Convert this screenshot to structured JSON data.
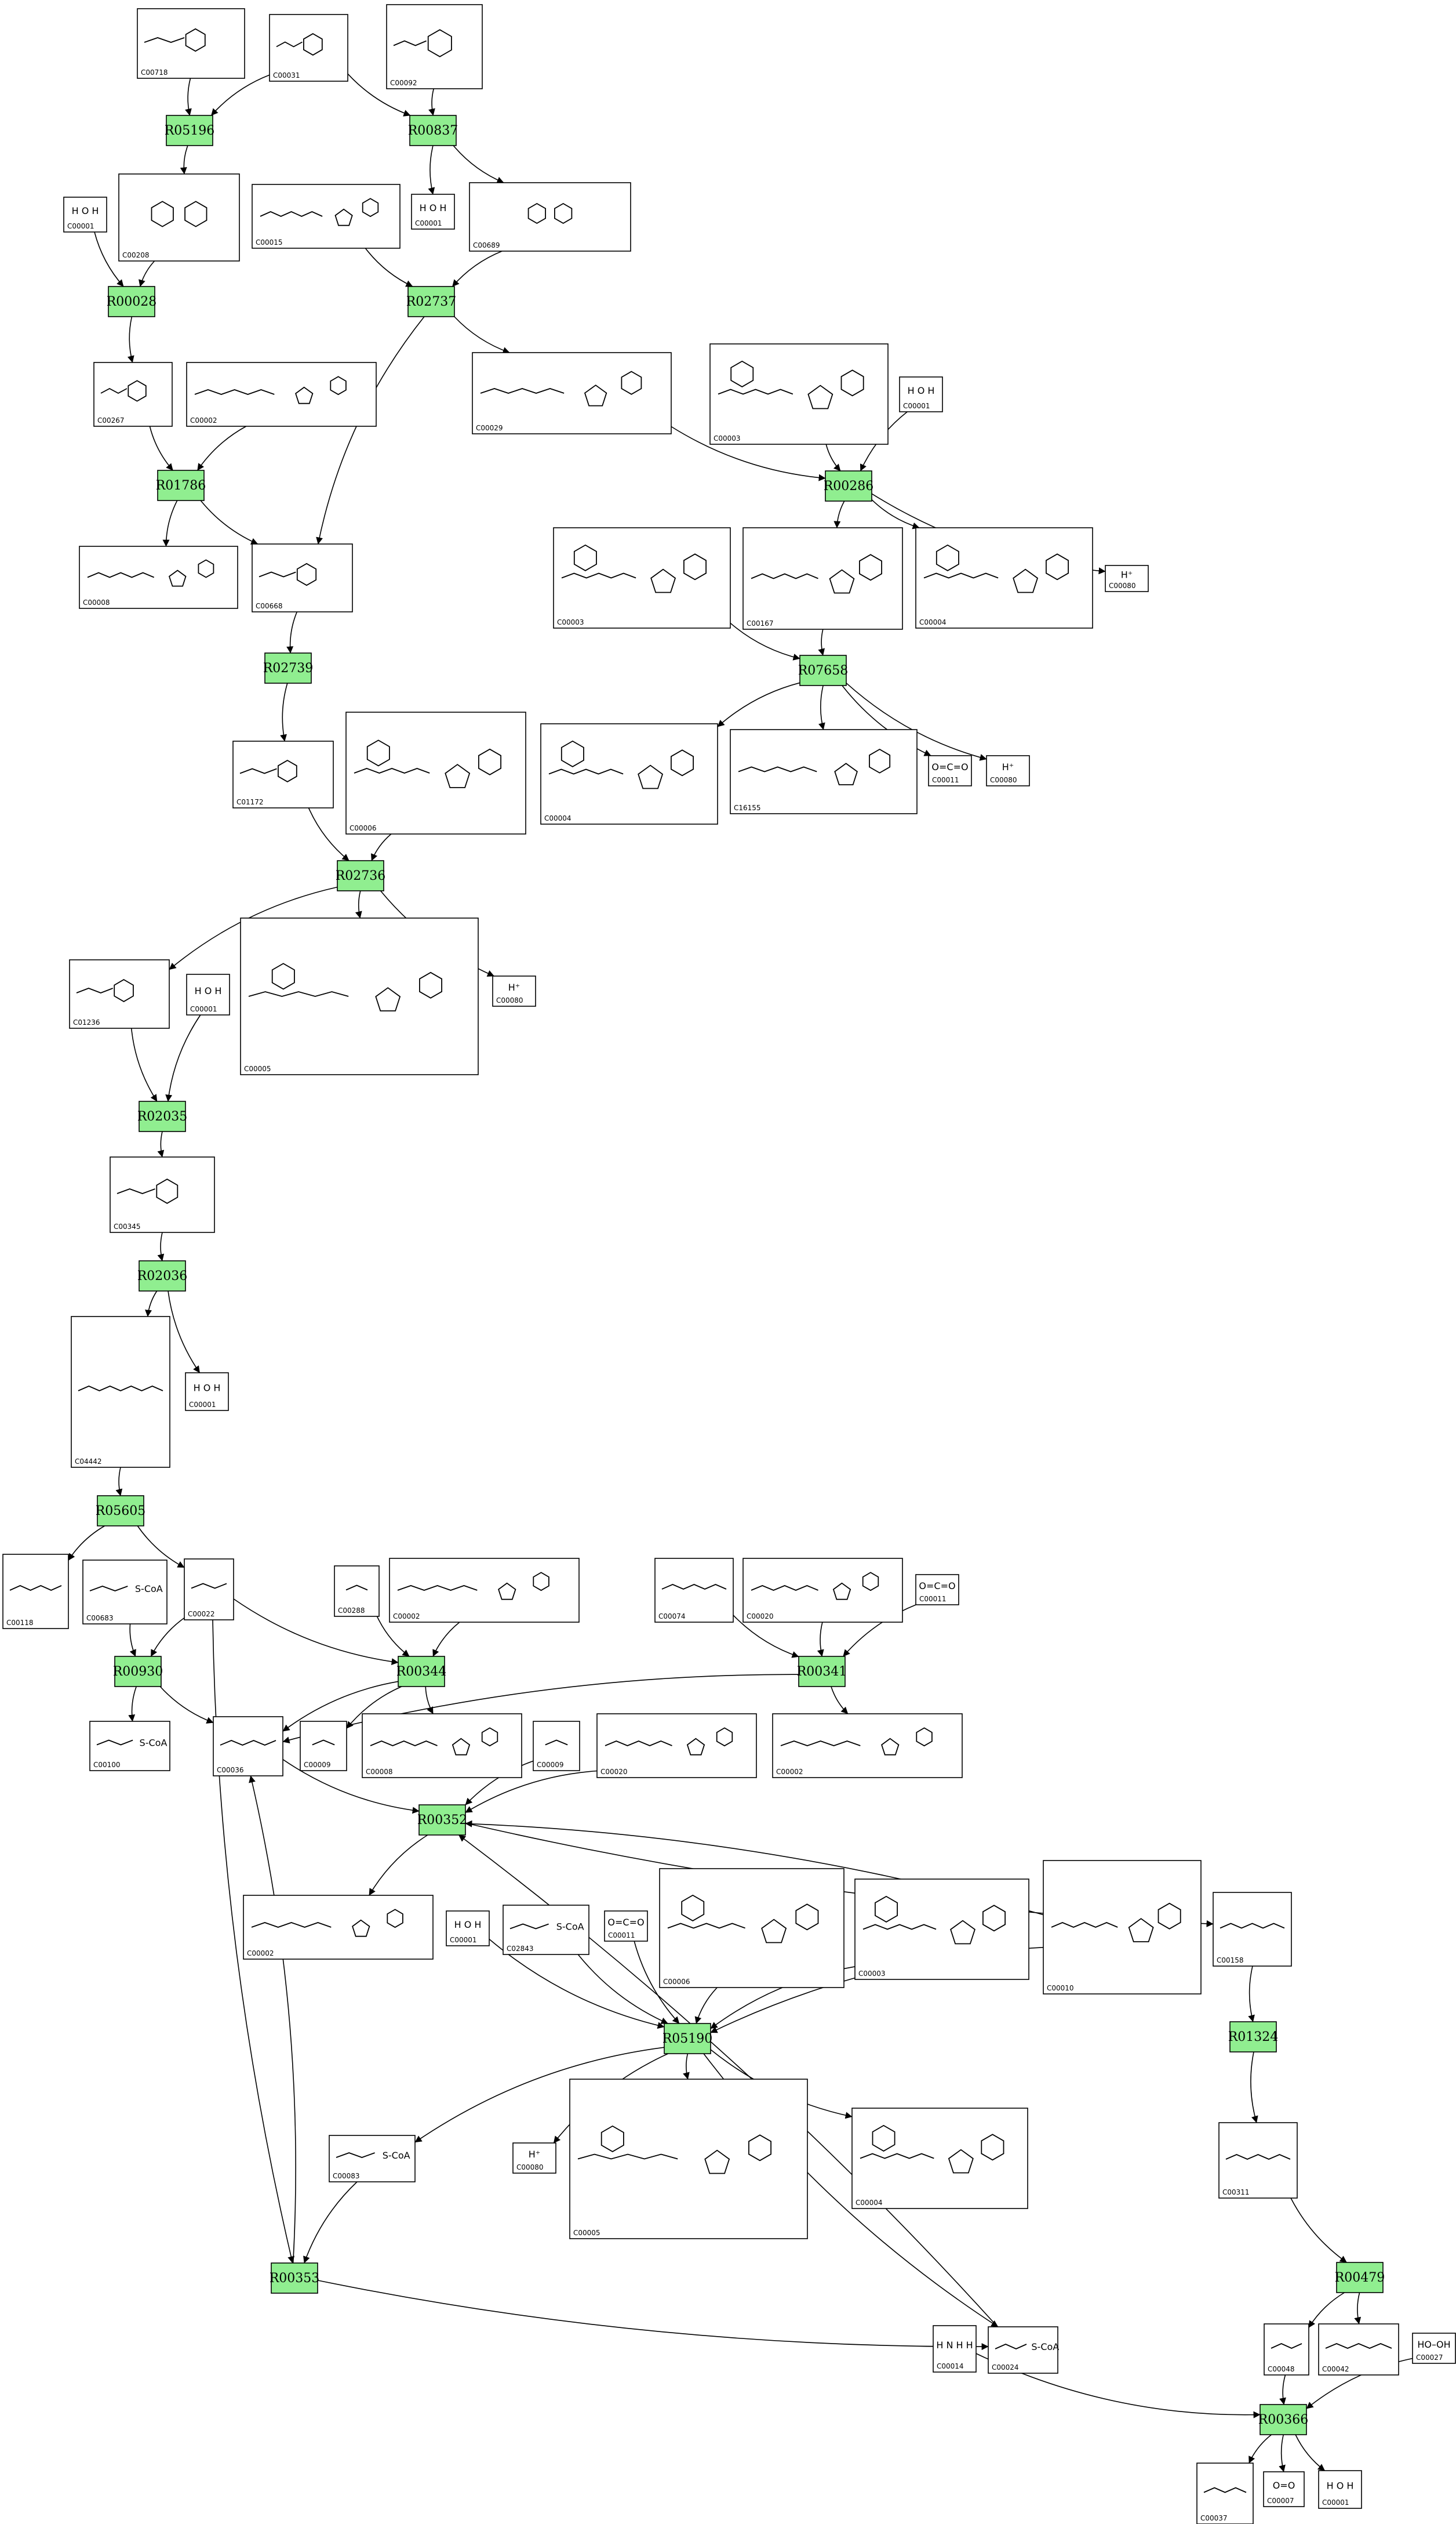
{
  "reactions": [
    {
      "id": "R05196",
      "label": "R05196"
    },
    {
      "id": "R00837",
      "label": "R00837"
    },
    {
      "id": "R00028",
      "label": "R00028"
    },
    {
      "id": "R02737",
      "label": "R02737"
    },
    {
      "id": "R01786",
      "label": "R01786"
    },
    {
      "id": "R00286",
      "label": "R00286"
    },
    {
      "id": "R02739",
      "label": "R02739"
    },
    {
      "id": "R07658",
      "label": "R07658"
    },
    {
      "id": "R02736",
      "label": "R02736"
    },
    {
      "id": "R02035",
      "label": "R02035"
    },
    {
      "id": "R02036",
      "label": "R02036"
    },
    {
      "id": "R05605",
      "label": "R05605"
    },
    {
      "id": "R00930",
      "label": "R00930"
    },
    {
      "id": "R00344",
      "label": "R00344"
    },
    {
      "id": "R00341",
      "label": "R00341"
    },
    {
      "id": "R00352",
      "label": "R00352"
    },
    {
      "id": "R05190",
      "label": "R05190"
    },
    {
      "id": "R01324",
      "label": "R01324"
    },
    {
      "id": "R00353",
      "label": "R00353"
    },
    {
      "id": "R00479",
      "label": "R00479"
    },
    {
      "id": "R00366",
      "label": "R00366"
    }
  ],
  "compounds": [
    {
      "id": "n_c00718",
      "label": "C00718",
      "icon": "sugar-chain"
    },
    {
      "id": "n_c00031",
      "label": "C00031",
      "icon": "sugar"
    },
    {
      "id": "n_c00092",
      "label": "C00092",
      "icon": "sugar-phosphate"
    },
    {
      "id": "n_c00208",
      "label": "C00208",
      "icon": "disaccharide"
    },
    {
      "id": "n_c00001a",
      "label": "C00001",
      "icon": "water",
      "atoms": "H O H"
    },
    {
      "id": "n_c00001b",
      "label": "C00001",
      "icon": "water",
      "atoms": "H O H"
    },
    {
      "id": "n_c00015",
      "label": "C00015",
      "icon": "nucleotide"
    },
    {
      "id": "n_c00689",
      "label": "C00689",
      "icon": "disaccharide-phosphate"
    },
    {
      "id": "n_c00267",
      "label": "C00267",
      "icon": "sugar"
    },
    {
      "id": "n_c00002a",
      "label": "C00002",
      "icon": "nucleotide"
    },
    {
      "id": "n_c00029",
      "label": "C00029",
      "icon": "nucleotide-sugar"
    },
    {
      "id": "n_c00003a",
      "label": "C00003",
      "icon": "dinucleotide"
    },
    {
      "id": "n_c00001c",
      "label": "C00001",
      "icon": "water",
      "atoms": "H O H"
    },
    {
      "id": "n_c00008",
      "label": "C00008",
      "icon": "nucleotide"
    },
    {
      "id": "n_c00668",
      "label": "C00668",
      "icon": "sugar-phosphate"
    },
    {
      "id": "n_c00003b",
      "label": "C00003",
      "icon": "dinucleotide"
    },
    {
      "id": "n_c00167",
      "label": "C00167",
      "icon": "nucleotide-sugar"
    },
    {
      "id": "n_c00004a",
      "label": "C00004",
      "icon": "dinucleotide"
    },
    {
      "id": "n_c00080a",
      "label": "C00080",
      "icon": "proton",
      "atoms": "H⁺"
    },
    {
      "id": "n_c01172",
      "label": "C01172",
      "icon": "sugar-phosphate"
    },
    {
      "id": "n_c00006a",
      "label": "C00006",
      "icon": "dinucleotide"
    },
    {
      "id": "n_c00004b",
      "label": "C00004",
      "icon": "dinucleotide"
    },
    {
      "id": "n_c16155",
      "label": "C16155",
      "icon": "nucleotide-sugar"
    },
    {
      "id": "n_c00011a",
      "label": "C00011",
      "icon": "co2",
      "atoms": "O=C=O"
    },
    {
      "id": "n_c00080b",
      "label": "C00080",
      "icon": "proton",
      "atoms": "H⁺"
    },
    {
      "id": "n_c01236",
      "label": "C01236",
      "icon": "sugar-phosphate"
    },
    {
      "id": "n_c00001d",
      "label": "C00001",
      "icon": "water",
      "atoms": "H O H"
    },
    {
      "id": "n_c00005a",
      "label": "C00005",
      "icon": "dinucleotide"
    },
    {
      "id": "n_c00080c",
      "label": "C00080",
      "icon": "proton",
      "atoms": "H⁺"
    },
    {
      "id": "n_c00345",
      "label": "C00345",
      "icon": "acid-phosphate"
    },
    {
      "id": "n_c04442",
      "label": "C04442",
      "icon": "keto-acid-phosphate"
    },
    {
      "id": "n_c00001e",
      "label": "C00001",
      "icon": "water",
      "atoms": "H O H"
    },
    {
      "id": "n_c00118",
      "label": "C00118",
      "icon": "aldehyde-phosphate"
    },
    {
      "id": "n_c00683",
      "label": "C00683",
      "icon": "acyl-coa",
      "atoms": "S-CoA"
    },
    {
      "id": "n_c00022",
      "label": "C00022",
      "icon": "keto-acid"
    },
    {
      "id": "n_c00288",
      "label": "C00288",
      "icon": "bicarbonate"
    },
    {
      "id": "n_c00002b",
      "label": "C00002",
      "icon": "nucleotide"
    },
    {
      "id": "n_c00074",
      "label": "C00074",
      "icon": "enol-phosphate"
    },
    {
      "id": "n_c00020",
      "label": "C00020",
      "icon": "nucleotide"
    },
    {
      "id": "n_c00011b",
      "label": "C00011",
      "icon": "co2",
      "atoms": "O=C=O"
    },
    {
      "id": "n_c00100",
      "label": "C00100",
      "icon": "acyl-coa",
      "atoms": "S-CoA"
    },
    {
      "id": "n_c00036",
      "label": "C00036",
      "icon": "keto-acid"
    },
    {
      "id": "n_c00009a",
      "label": "C00009",
      "icon": "phosphate"
    },
    {
      "id": "n_c00008b",
      "label": "C00008",
      "icon": "nucleotide"
    },
    {
      "id": "n_c00009b",
      "label": "C00009",
      "icon": "phosphate"
    },
    {
      "id": "n_c00020b",
      "label": "C00020",
      "icon": "nucleotide"
    },
    {
      "id": "n_c00002c",
      "label": "C00002",
      "icon": "nucleotide"
    },
    {
      "id": "n_c00002d",
      "label": "C00002",
      "icon": "nucleotide"
    },
    {
      "id": "n_c00001f",
      "label": "C00001",
      "icon": "water",
      "atoms": "H O H"
    },
    {
      "id": "n_c02843",
      "label": "C02843",
      "icon": "acyl-coa",
      "atoms": "S-CoA"
    },
    {
      "id": "n_c00011c",
      "label": "C00011",
      "icon": "co2",
      "atoms": "O=C=O"
    },
    {
      "id": "n_c00006b",
      "label": "C00006",
      "icon": "dinucleotide"
    },
    {
      "id": "n_c00003c",
      "label": "C00003",
      "icon": "dinucleotide"
    },
    {
      "id": "n_c00010",
      "label": "C00010",
      "icon": "coenzyme-a"
    },
    {
      "id": "n_c00158",
      "label": "C00158",
      "icon": "tricarboxylic-acid"
    },
    {
      "id": "n_c00083",
      "label": "C00083",
      "icon": "acyl-coa",
      "atoms": "S-CoA"
    },
    {
      "id": "n_c00080d",
      "label": "C00080",
      "icon": "proton",
      "atoms": "H⁺"
    },
    {
      "id": "n_c00005b",
      "label": "C00005",
      "icon": "dinucleotide"
    },
    {
      "id": "n_c00004c",
      "label": "C00004",
      "icon": "dinucleotide"
    },
    {
      "id": "n_c00311",
      "label": "C00311",
      "icon": "tricarboxylic-acid"
    },
    {
      "id": "n_c00014",
      "label": "C00014",
      "icon": "ammonia",
      "atoms": "H N H H"
    },
    {
      "id": "n_c00024",
      "label": "C00024",
      "icon": "acyl-coa",
      "atoms": "S-CoA"
    },
    {
      "id": "n_c00048",
      "label": "C00048",
      "icon": "keto-acid"
    },
    {
      "id": "n_c00042",
      "label": "C00042",
      "icon": "dicarboxylic-acid"
    },
    {
      "id": "n_c00027",
      "label": "C00027",
      "icon": "peroxide",
      "atoms": "HO–OH"
    },
    {
      "id": "n_c00037",
      "label": "C00037",
      "icon": "amino-acid"
    },
    {
      "id": "n_c00007",
      "label": "C00007",
      "icon": "oxygen",
      "atoms": "O=O"
    },
    {
      "id": "n_c00001g",
      "label": "C00001",
      "icon": "water",
      "atoms": "H O H"
    }
  ],
  "edges": [
    {
      "from": "n_c00718",
      "to": "R05196"
    },
    {
      "from": "n_c00031",
      "to": "R05196"
    },
    {
      "from": "n_c00031",
      "to": "R00837"
    },
    {
      "from": "n_c00092",
      "to": "R00837"
    },
    {
      "from": "R05196",
      "to": "n_c00208"
    },
    {
      "from": "R00837",
      "to": "n_c00001b"
    },
    {
      "from": "R00837",
      "to": "n_c00689"
    },
    {
      "from": "n_c00001a",
      "to": "R00028"
    },
    {
      "from": "n_c00208",
      "to": "R00028"
    },
    {
      "from": "n_c00015",
      "to": "R02737"
    },
    {
      "from": "n_c00689",
      "to": "R02737"
    },
    {
      "from": "R00028",
      "to": "n_c00267"
    },
    {
      "from": "R02737",
      "to": "n_c00029"
    },
    {
      "from": "R02737",
      "to": "n_c00668"
    },
    {
      "from": "n_c00267",
      "to": "R01786"
    },
    {
      "from": "n_c00002a",
      "to": "R01786"
    },
    {
      "from": "R01786",
      "to": "n_c00008"
    },
    {
      "from": "R01786",
      "to": "n_c00668"
    },
    {
      "from": "n_c00029",
      "to": "R00286"
    },
    {
      "from": "n_c00003a",
      "to": "R00286"
    },
    {
      "from": "n_c00001c",
      "to": "R00286"
    },
    {
      "from": "R00286",
      "to": "n_c00167"
    },
    {
      "from": "R00286",
      "to": "n_c00004a"
    },
    {
      "from": "R00286",
      "to": "n_c00080a"
    },
    {
      "from": "n_c00668",
      "to": "R02739"
    },
    {
      "from": "n_c00003b",
      "to": "R07658"
    },
    {
      "from": "n_c00167",
      "to": "R07658"
    },
    {
      "from": "R07658",
      "to": "n_c00004b"
    },
    {
      "from": "R07658",
      "to": "n_c16155"
    },
    {
      "from": "R07658",
      "to": "n_c00011a"
    },
    {
      "from": "R07658",
      "to": "n_c00080b"
    },
    {
      "from": "R02739",
      "to": "n_c01172"
    },
    {
      "from": "n_c01172",
      "to": "R02736"
    },
    {
      "from": "n_c00006a",
      "to": "R02736"
    },
    {
      "from": "R02736",
      "to": "n_c01236"
    },
    {
      "from": "R02736",
      "to": "n_c00005a"
    },
    {
      "from": "R02736",
      "to": "n_c00080c"
    },
    {
      "from": "n_c01236",
      "to": "R02035"
    },
    {
      "from": "n_c00001d",
      "to": "R02035"
    },
    {
      "from": "R02035",
      "to": "n_c00345"
    },
    {
      "from": "n_c00345",
      "to": "R02036"
    },
    {
      "from": "R02036",
      "to": "n_c04442"
    },
    {
      "from": "R02036",
      "to": "n_c00001e"
    },
    {
      "from": "n_c04442",
      "to": "R05605"
    },
    {
      "from": "R05605",
      "to": "n_c00118"
    },
    {
      "from": "R05605",
      "to": "n_c00022"
    },
    {
      "from": "n_c00683",
      "to": "R00930"
    },
    {
      "from": "n_c00022",
      "to": "R00930"
    },
    {
      "from": "R00930",
      "to": "n_c00100"
    },
    {
      "from": "R00930",
      "to": "n_c00036"
    },
    {
      "from": "n_c00022",
      "to": "R00344"
    },
    {
      "from": "n_c00288",
      "to": "R00344"
    },
    {
      "from": "n_c00002b",
      "to": "R00344"
    },
    {
      "from": "R00344",
      "to": "n_c00036"
    },
    {
      "from": "R00344",
      "to": "n_c00009a"
    },
    {
      "from": "R00344",
      "to": "n_c00008b"
    },
    {
      "from": "n_c00074",
      "to": "R00341"
    },
    {
      "from": "n_c00020",
      "to": "R00341"
    },
    {
      "from": "n_c00011b",
      "to": "R00341"
    },
    {
      "from": "R00341",
      "to": "n_c00036"
    },
    {
      "from": "R00341",
      "to": "n_c00002c"
    },
    {
      "from": "n_c00036",
      "to": "R00352"
    },
    {
      "from": "n_c00009b",
      "to": "R00352"
    },
    {
      "from": "n_c00020b",
      "to": "R00352"
    },
    {
      "from": "R00352",
      "to": "n_c00002d"
    },
    {
      "from": "R00352",
      "to": "n_c00158"
    },
    {
      "from": "n_c00024",
      "to": "R00352"
    },
    {
      "from": "n_c00010",
      "to": "R00352"
    },
    {
      "from": "n_c00001f",
      "to": "R05190"
    },
    {
      "from": "n_c02843",
      "to": "R05190"
    },
    {
      "from": "n_c00011c",
      "to": "R05190"
    },
    {
      "from": "n_c00006b",
      "to": "R05190"
    },
    {
      "from": "n_c00003c",
      "to": "R05190"
    },
    {
      "from": "n_c00010",
      "to": "R05190"
    },
    {
      "from": "R05190",
      "to": "n_c00083"
    },
    {
      "from": "R05190",
      "to": "n_c00080d"
    },
    {
      "from": "R05190",
      "to": "n_c00005b"
    },
    {
      "from": "R05190",
      "to": "n_c00004c"
    },
    {
      "from": "R05190",
      "to": "n_c00024"
    },
    {
      "from": "n_c00158",
      "to": "R01324"
    },
    {
      "from": "R01324",
      "to": "n_c00311"
    },
    {
      "from": "n_c00311",
      "to": "R00479"
    },
    {
      "from": "n_c00083",
      "to": "R00353"
    },
    {
      "from": "n_c00022",
      "to": "R00353"
    },
    {
      "from": "R00353",
      "to": "n_c00036"
    },
    {
      "from": "R00353",
      "to": "n_c00024"
    },
    {
      "from": "R00479",
      "to": "n_c00048"
    },
    {
      "from": "R00479",
      "to": "n_c00042"
    },
    {
      "from": "n_c00048",
      "to": "R00366"
    },
    {
      "from": "n_c00014",
      "to": "R00366"
    },
    {
      "from": "n_c00027",
      "to": "R00366"
    },
    {
      "from": "R00366",
      "to": "n_c00037"
    },
    {
      "from": "R00366",
      "to": "n_c00007"
    },
    {
      "from": "R00366",
      "to": "n_c00001g"
    }
  ]
}
